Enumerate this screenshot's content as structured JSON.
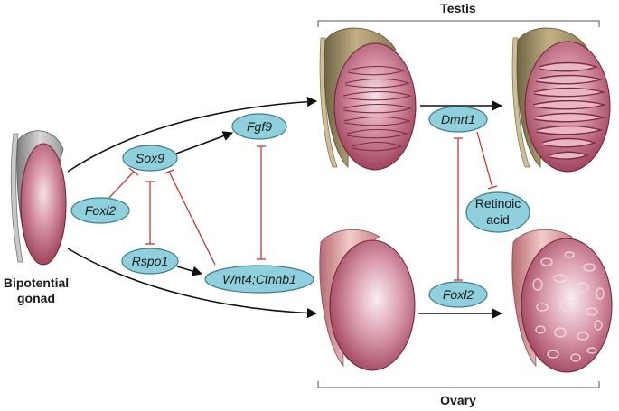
{
  "labels": {
    "testis": "Testis",
    "ovary": "Ovary",
    "bipotential_line1": "Bipotential",
    "bipotential_line2": "gonad"
  },
  "genes": {
    "sox9": "Sox9",
    "fgf9": "Fgf9",
    "foxl2_left": "Foxl2",
    "rspo1": "Rspo1",
    "wnt4": "Wnt4;Ctnnb1",
    "dmrt1": "Dmrt1",
    "foxl2_right": "Foxl2"
  },
  "retinoic": {
    "line1": "Retinoic",
    "line2": "acid"
  },
  "colors": {
    "pill_fill": "#8fd0dc",
    "pill_stroke": "#3d7f8f",
    "inhibition": "#c0393b",
    "activation": "#111111",
    "gonad": "#a8455f",
    "epididymis": "#a7946a"
  }
}
